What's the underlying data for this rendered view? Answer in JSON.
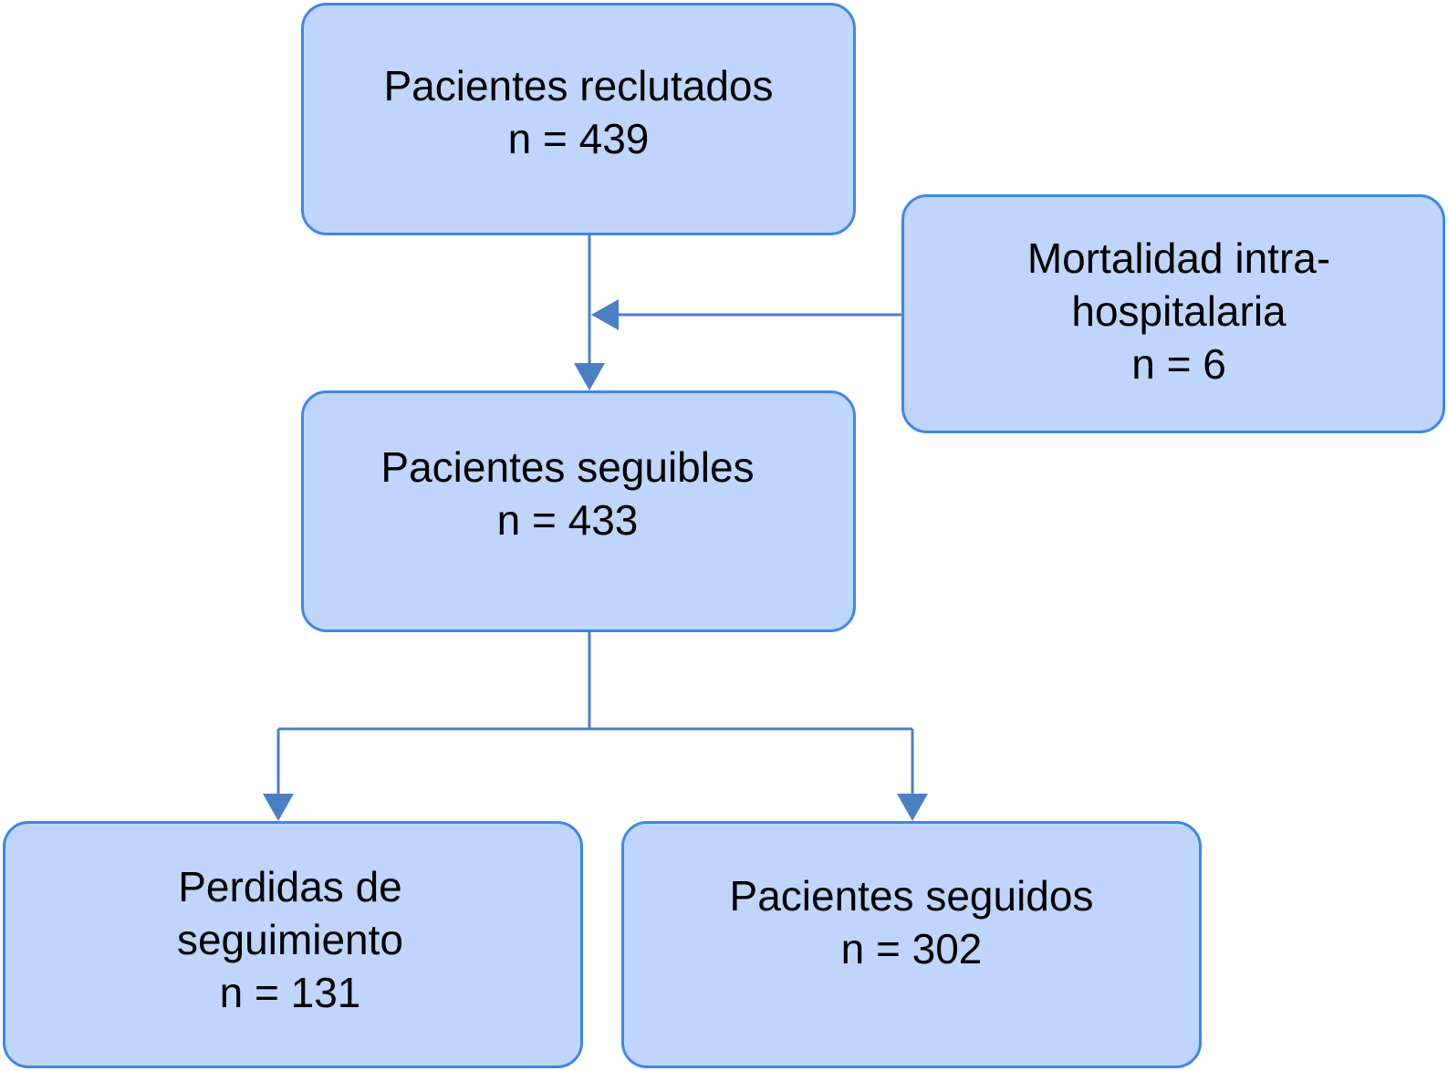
{
  "colors": {
    "node_fill": "#c0d5fb",
    "node_border": "#3f87e4",
    "connector": "#4c7fc2",
    "text": "#000000"
  },
  "nodes": {
    "reclutados": {
      "label": "Pacientes reclutados",
      "count": "n = 439"
    },
    "mortalidad": {
      "label_line1": "Mortalidad intra-",
      "label_line2": "hospitalaria",
      "count": "n = 6"
    },
    "seguibles": {
      "label": "Pacientes seguibles",
      "count": "n = 433"
    },
    "perdidas": {
      "label_line1": "Perdidas de",
      "label_line2": "seguimiento",
      "count": "n = 131"
    },
    "seguidos": {
      "label": "Pacientes seguidos",
      "count": "n = 302"
    }
  }
}
